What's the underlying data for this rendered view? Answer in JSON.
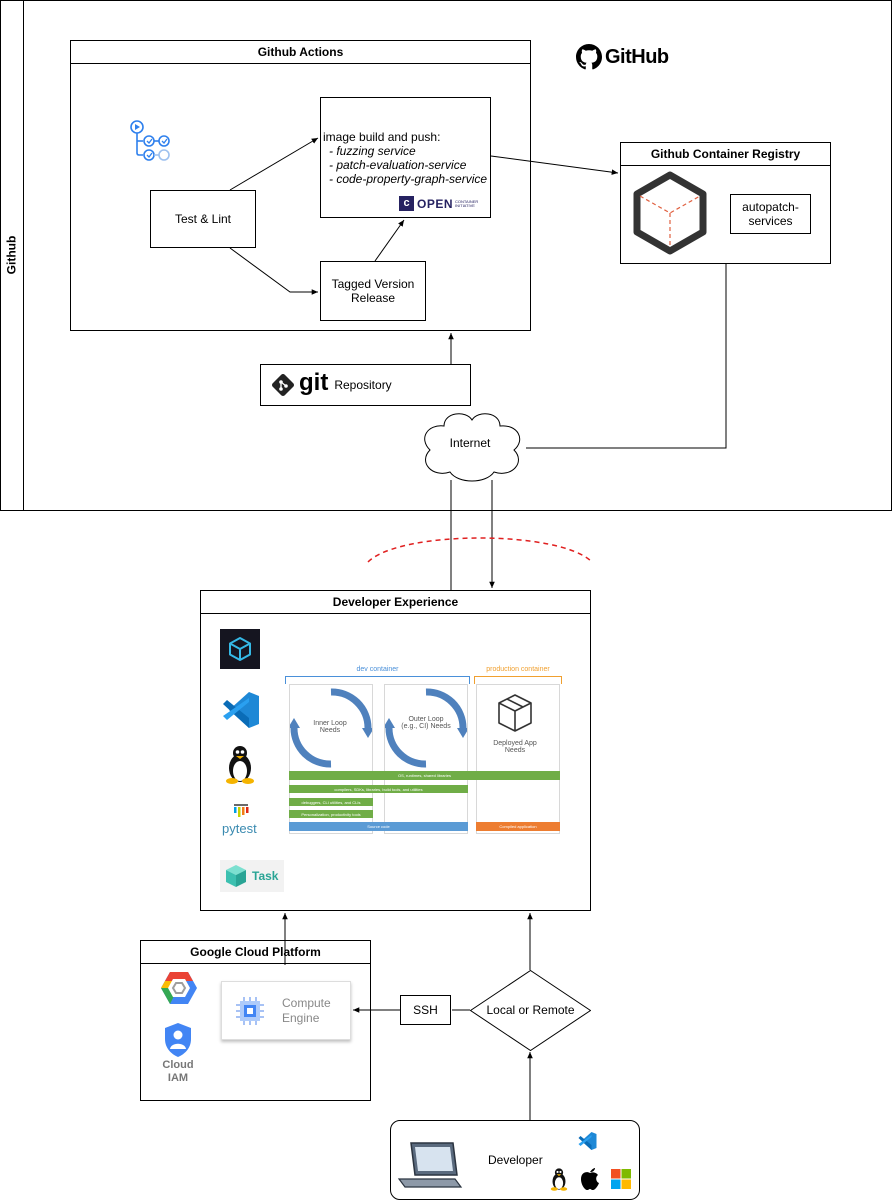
{
  "github_swimlane": {
    "label": "Github",
    "logo_text": "GitHub"
  },
  "actions": {
    "title": "Github Actions",
    "test_lint": "Test & Lint",
    "image_build": {
      "heading": "image build and push:",
      "services": [
        "- fuzzing service",
        "- patch-evaluation-service",
        "- code-property-graph-service"
      ]
    },
    "oci_logo_text": "OPEN",
    "oci_logo_sub": "CONTAINER INITIATIVE",
    "tagged_release": "Tagged Version Release"
  },
  "registry": {
    "title": "Github Container Registry",
    "item": "autopatch-services"
  },
  "repository": {
    "git_word": "git",
    "label": "Repository"
  },
  "internet": {
    "label": "Internet"
  },
  "devex": {
    "title": "Developer Experience",
    "tools": [
      "devpod-icon",
      "vscode-icon",
      "linux-tux-icon",
      "pytest-icon",
      "task-icon"
    ],
    "pytest_label": "pytest",
    "task_label": "Task",
    "devcontainer_label": "dev container",
    "production_label": "production container",
    "inner_loop": "Inner Loop Needs",
    "outer_loop": "Outer Loop (e.g., CI) Needs",
    "deployed_app": "Deployed App Needs",
    "bars": [
      "OS, runtimes, shared libraries",
      "compilers, SDKs, libraries, build tools, and utilities",
      "debuggers, CLI utilities, and CLIs",
      "Personalization, productivity tools",
      "Source code",
      "Compiled application"
    ]
  },
  "gcp": {
    "title": "Google Cloud Platform",
    "compute_engine": "Compute Engine",
    "cloud_iam": "Cloud IAM"
  },
  "ssh": "SSH",
  "local_or_remote": "Local or Remote",
  "developer": {
    "label": "Developer"
  },
  "colors": {
    "dev_blue": "#4a90d9",
    "prod_orange": "#f0a030",
    "bar_green": "#70ad47",
    "bar_blue": "#5b9bd5",
    "bar_orange": "#ed7d31",
    "dashed_red": "#e02020"
  }
}
